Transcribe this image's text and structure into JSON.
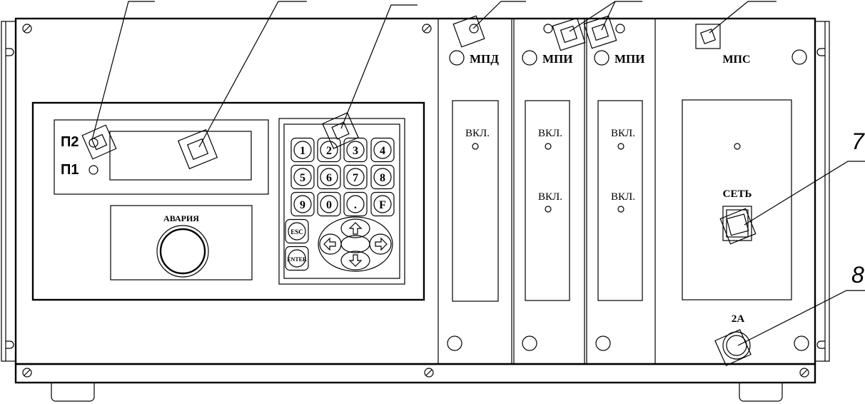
{
  "indicators": {
    "p2": "П2",
    "p1": "П1"
  },
  "alarm": {
    "label": "АВАРИЯ"
  },
  "keypad": {
    "digit_keys": [
      "1",
      "2",
      "3",
      "4",
      "5",
      "6",
      "7",
      "8",
      "9",
      "0",
      ".",
      "F"
    ],
    "esc": "ESC",
    "enter": "ENTER"
  },
  "modules": {
    "mpd": {
      "title": "МПД",
      "led1": "ВКЛ."
    },
    "mpi1": {
      "title": "МПИ",
      "led1": "ВКЛ.",
      "led2": "ВКЛ."
    },
    "mpi2": {
      "title": "МПИ",
      "led1": "ВКЛ.",
      "led2": "ВКЛ."
    },
    "mps": {
      "title": "МПС",
      "switch": "СЕТЬ",
      "fuse": "2А"
    }
  },
  "callouts": {
    "c7": "7",
    "c8": "8"
  }
}
